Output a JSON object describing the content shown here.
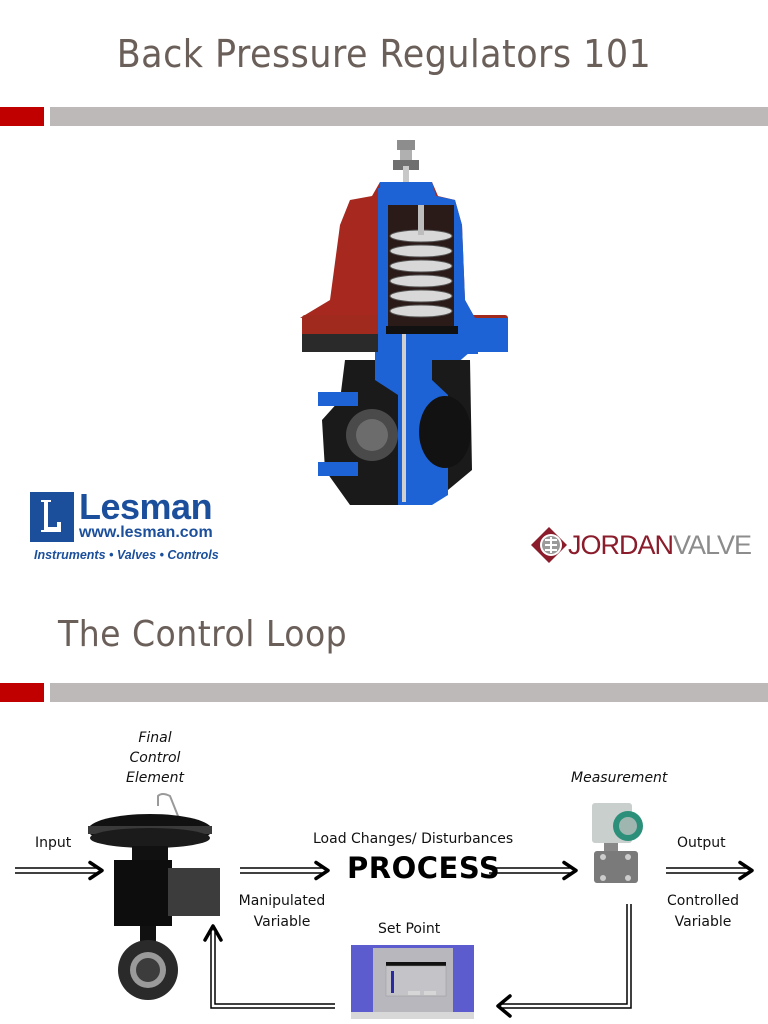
{
  "slides": [
    {
      "title": "Back Pressure Regulators 101",
      "image": {
        "subject": "back-pressure-regulator-cutaway",
        "colors": {
          "bonnet": "#a6281e",
          "body": "#1e63d6",
          "spring": "#9a9a9a"
        }
      },
      "logos": {
        "lesman": {
          "name": "Lesman",
          "letter": "L",
          "url": "www.lesman.com",
          "tagline": "Instruments • Valves • Controls",
          "color": "#1b4f9c"
        },
        "jordan": {
          "word1": "JORDAN",
          "word2": "VALVE",
          "color1": "#8a1c2b",
          "color2": "#8c8c8c"
        }
      }
    },
    {
      "title": "The Control Loop",
      "diagram": {
        "final_control_element": [
          "Final",
          "Control",
          "Element"
        ],
        "input": "Input",
        "load_changes": "Load Changes/ Disturbances",
        "process": "PROCESS",
        "manipulated_variable": [
          "Manipulated",
          "Variable"
        ],
        "measurement": "Measurement",
        "output": "Output",
        "controlled_variable": [
          "Controlled",
          "Variable"
        ],
        "set_point": "Set Point"
      }
    }
  ],
  "theme": {
    "title_color": "#6b5f5a",
    "accent_red": "#c00000",
    "bar_gray": "#bdb9b8"
  }
}
